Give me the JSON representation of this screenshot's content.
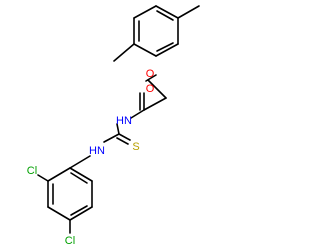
{
  "molecule": {
    "atoms": {
      "ether_oxygen": "O",
      "carbonyl_oxygen": "O",
      "amide_nh": "HN",
      "thiourea_nh": "HN",
      "thione_sulfur": "S",
      "chlorine_ortho": "Cl",
      "chlorine_para": "Cl"
    },
    "colors": {
      "bond": "#000000",
      "oxygen": "#ff0000",
      "nitrogen": "#0000ff",
      "sulfur": "#b8a000",
      "chlorine": "#00a000"
    }
  }
}
